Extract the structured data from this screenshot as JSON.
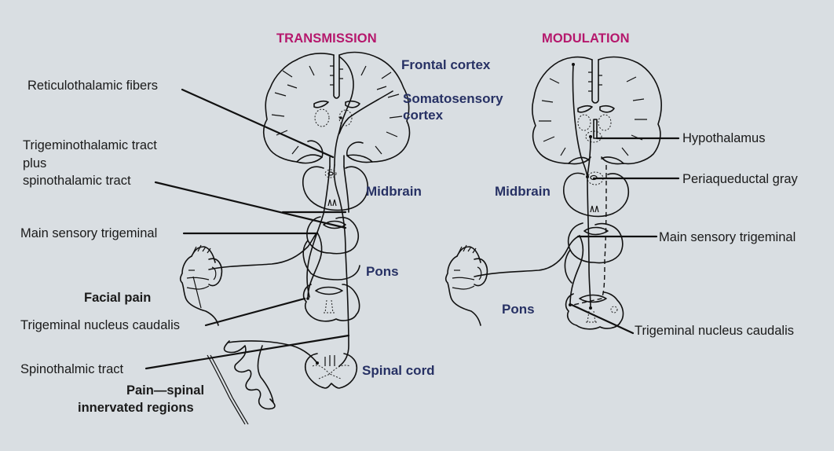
{
  "diagram": {
    "title": "Trigeminal pain pathways: transmission and modulation",
    "colors": {
      "background": "#d9dee2",
      "section_title": "#b5176c",
      "structure_label": "#273164",
      "callout_label": "#1a1a1a"
    },
    "transmission": {
      "title": "TRANSMISSION",
      "structure_labels": {
        "frontal_cortex": "Frontal cortex",
        "somatosensory_cortex_line1": "Somatosensory",
        "somatosensory_cortex_line2": "cortex",
        "midbrain": "Midbrain",
        "pons": "Pons",
        "spinal_cord": "Spinal cord"
      },
      "callouts": {
        "reticulothalamic": "Reticulothalamic fibers",
        "trigeminothalamic_line1": "Trigeminothalamic tract",
        "trigeminothalamic_line2": "plus",
        "trigeminothalamic_line3": "spinothalamic tract",
        "main_sensory_trigeminal": "Main sensory trigeminal",
        "facial_pain": "Facial pain",
        "trigeminal_nucleus_caudalis": "Trigeminal nucleus caudalis",
        "spinothalmic_tract": "Spinothalmic tract",
        "pain_spinal_line1": "Pain—spinal",
        "pain_spinal_line2": "innervated regions"
      }
    },
    "modulation": {
      "title": "MODULATION",
      "structure_labels": {
        "midbrain": "Midbrain",
        "pons": "Pons"
      },
      "callouts": {
        "hypothalamus": "Hypothalamus",
        "periaqueductal_gray": "Periaqueductal gray",
        "main_sensory_trigeminal": "Main sensory trigeminal",
        "trigeminal_nucleus_caudalis": "Trigeminal nucleus caudalis"
      }
    },
    "icons": [
      "brain-coronal-section",
      "midbrain-section",
      "pons-section",
      "medulla-section",
      "spinal-cord-section",
      "face-profile",
      "dermatome-limb"
    ]
  }
}
